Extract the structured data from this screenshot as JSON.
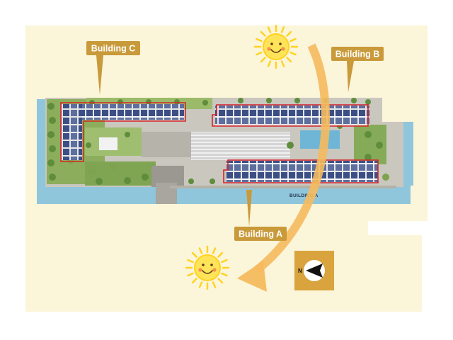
{
  "labels": {
    "building_c": "Building C",
    "building_b": "Building B",
    "building_a": "Building A",
    "site_building_a": "BUILDING A",
    "compass_north": "N"
  },
  "colors": {
    "cream": "#fbf5d9",
    "tag_bg": "#c99a3a",
    "outline_red": "#d8242b",
    "canal": "#8fc6dc",
    "sun_yellow": "#ffd21f",
    "sun_face": "#ffe45a",
    "arrow": "#f5ba5e",
    "compass_bg": "#d9a33d",
    "unit_blue": "#3b4f86",
    "grass": "#8cae5c"
  },
  "icons": {
    "sun_east": "smiling-sun-icon",
    "sun_west": "smiling-sun-icon",
    "sun_path": "curved-arrow-icon",
    "north": "compass-north-icon"
  }
}
